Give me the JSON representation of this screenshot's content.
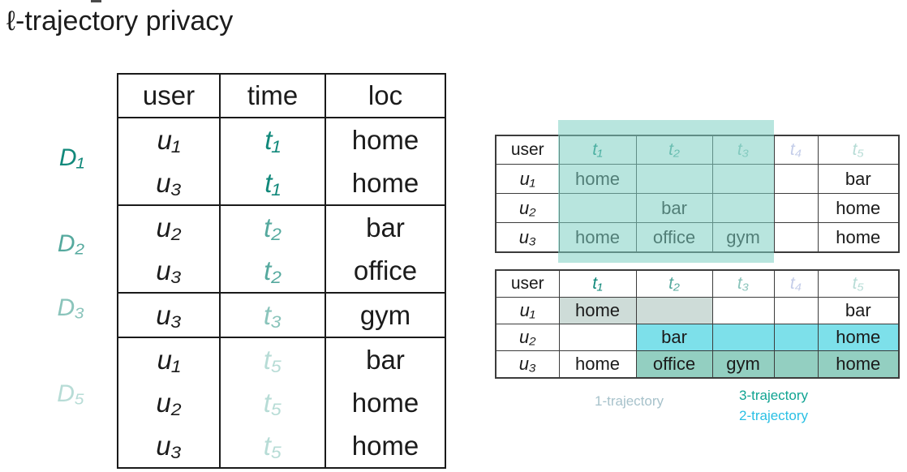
{
  "title": "ℓ-trajectory privacy",
  "palette": {
    "teal_t1": "#12897b",
    "teal_t2": "#55a99e",
    "teal_t3": "#8ac4bb",
    "lavender_t4": "#c4cde9",
    "teal_t5": "#b7dcd6",
    "window_highlight": "#7ed0c3",
    "highlight_1_trajectory": "#cedcd8",
    "highlight_2_trajectory": "#7de0ea",
    "highlight_3_trajectory": "#93cfc1",
    "legend_1_color": "#a7c2cb",
    "legend_3_color": "#0fa392",
    "legend_2_color": "#2ac0e4"
  },
  "left_table": {
    "headers": [
      "user",
      "time",
      "loc"
    ],
    "groups": [
      {
        "label": "D₁",
        "rows": [
          {
            "user": "u₁",
            "time": "t₁",
            "loc": "home"
          },
          {
            "user": "u₃",
            "time": "t₁",
            "loc": "home"
          }
        ]
      },
      {
        "label": "D₂",
        "rows": [
          {
            "user": "u₂",
            "time": "t₂",
            "loc": "bar"
          },
          {
            "user": "u₃",
            "time": "t₂",
            "loc": "office"
          }
        ]
      },
      {
        "label": "D₃",
        "rows": [
          {
            "user": "u₃",
            "time": "t₃",
            "loc": "gym"
          }
        ]
      },
      {
        "label": "D₅",
        "rows": [
          {
            "user": "u₁",
            "time": "t₅",
            "loc": "bar"
          },
          {
            "user": "u₂",
            "time": "t₅",
            "loc": "home"
          },
          {
            "user": "u₃",
            "time": "t₅",
            "loc": "home"
          }
        ]
      }
    ]
  },
  "grid_table": {
    "headers": [
      "user",
      "t₁",
      "t₂",
      "t₃",
      "t₄",
      "t₅"
    ],
    "rows": [
      {
        "user": "u₁",
        "cells": [
          "home",
          "",
          "",
          "",
          "bar"
        ]
      },
      {
        "user": "u₂",
        "cells": [
          "",
          "bar",
          "",
          "",
          "home"
        ]
      },
      {
        "user": "u₃",
        "cells": [
          "home",
          "office",
          "gym",
          "",
          "home"
        ]
      }
    ]
  },
  "legend": {
    "one": "1-trajectory",
    "three": "3-trajectory",
    "two": "2-trajectory"
  }
}
